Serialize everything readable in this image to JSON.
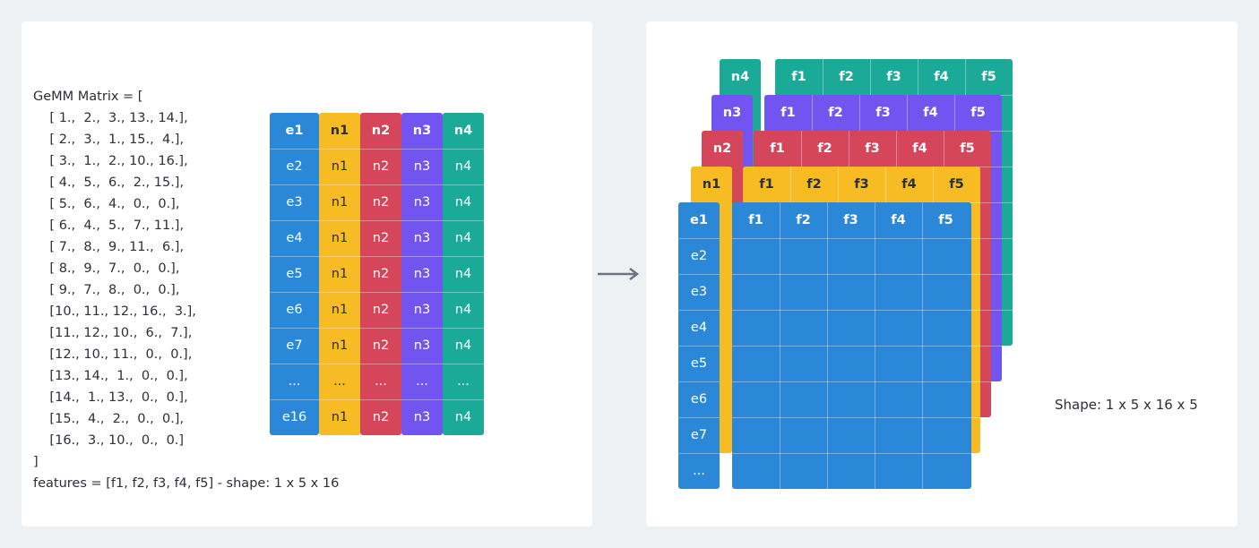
{
  "colors": {
    "e": "#2b88d8",
    "n1": "#f7bc24",
    "n2": "#d5465b",
    "n3": "#7254f1",
    "n4": "#1aaa97"
  },
  "code_lines": [
    "GeMM Matrix = [",
    "    [ 1.,  2.,  3., 13., 14.],",
    "    [ 2.,  3.,  1., 15.,  4.],",
    "    [ 3.,  1.,  2., 10., 16.],",
    "    [ 4.,  5.,  6.,  2., 15.],",
    "    [ 5.,  6.,  4.,  0.,  0.],",
    "    [ 6.,  4.,  5.,  7., 11.],",
    "    [ 7.,  8.,  9., 11.,  6.],",
    "    [ 8.,  9.,  7.,  0.,  0.],",
    "    [ 9.,  7.,  8.,  0.,  0.],",
    "    [10., 11., 12., 16.,  3.],",
    "    [11., 12., 10.,  6.,  7.],",
    "    [12., 10., 11.,  0.,  0.],",
    "    [13., 14.,  1.,  0.,  0.],",
    "    [14.,  1., 13.,  0.,  0.],",
    "    [15.,  4.,  2.,  0.,  0.],",
    "    [16.,  3., 10.,  0.,  0.]",
    "]",
    "features = [f1, f2, f3, f4, f5] - shape: 1 x 5 x 16"
  ],
  "left_table": {
    "columns": [
      {
        "key": "e",
        "cells": [
          "e1",
          "e2",
          "e3",
          "e4",
          "e5",
          "e6",
          "e7",
          "...",
          "e16"
        ]
      },
      {
        "key": "n1",
        "cells": [
          "n1",
          "n1",
          "n1",
          "n1",
          "n1",
          "n1",
          "n1",
          "...",
          "n1"
        ]
      },
      {
        "key": "n2",
        "cells": [
          "n2",
          "n2",
          "n2",
          "n2",
          "n2",
          "n2",
          "n2",
          "...",
          "n2"
        ]
      },
      {
        "key": "n3",
        "cells": [
          "n3",
          "n3",
          "n3",
          "n3",
          "n3",
          "n3",
          "n3",
          "...",
          "n3"
        ]
      },
      {
        "key": "n4",
        "cells": [
          "n4",
          "n4",
          "n4",
          "n4",
          "n4",
          "n4",
          "n4",
          "...",
          "n4"
        ]
      }
    ]
  },
  "stack": {
    "layers": [
      {
        "key": "n4",
        "label": "n4"
      },
      {
        "key": "n3",
        "label": "n3"
      },
      {
        "key": "n2",
        "label": "n2"
      },
      {
        "key": "n1",
        "label": "n1"
      }
    ],
    "front": {
      "key": "e",
      "row_labels": [
        "e1",
        "e2",
        "e3",
        "e4",
        "e5",
        "e6",
        "e7",
        "..."
      ]
    },
    "feature_labels": [
      "f1",
      "f2",
      "f3",
      "f4",
      "f5"
    ]
  },
  "shape_label": "Shape: 1 x 5 x 16 x 5"
}
